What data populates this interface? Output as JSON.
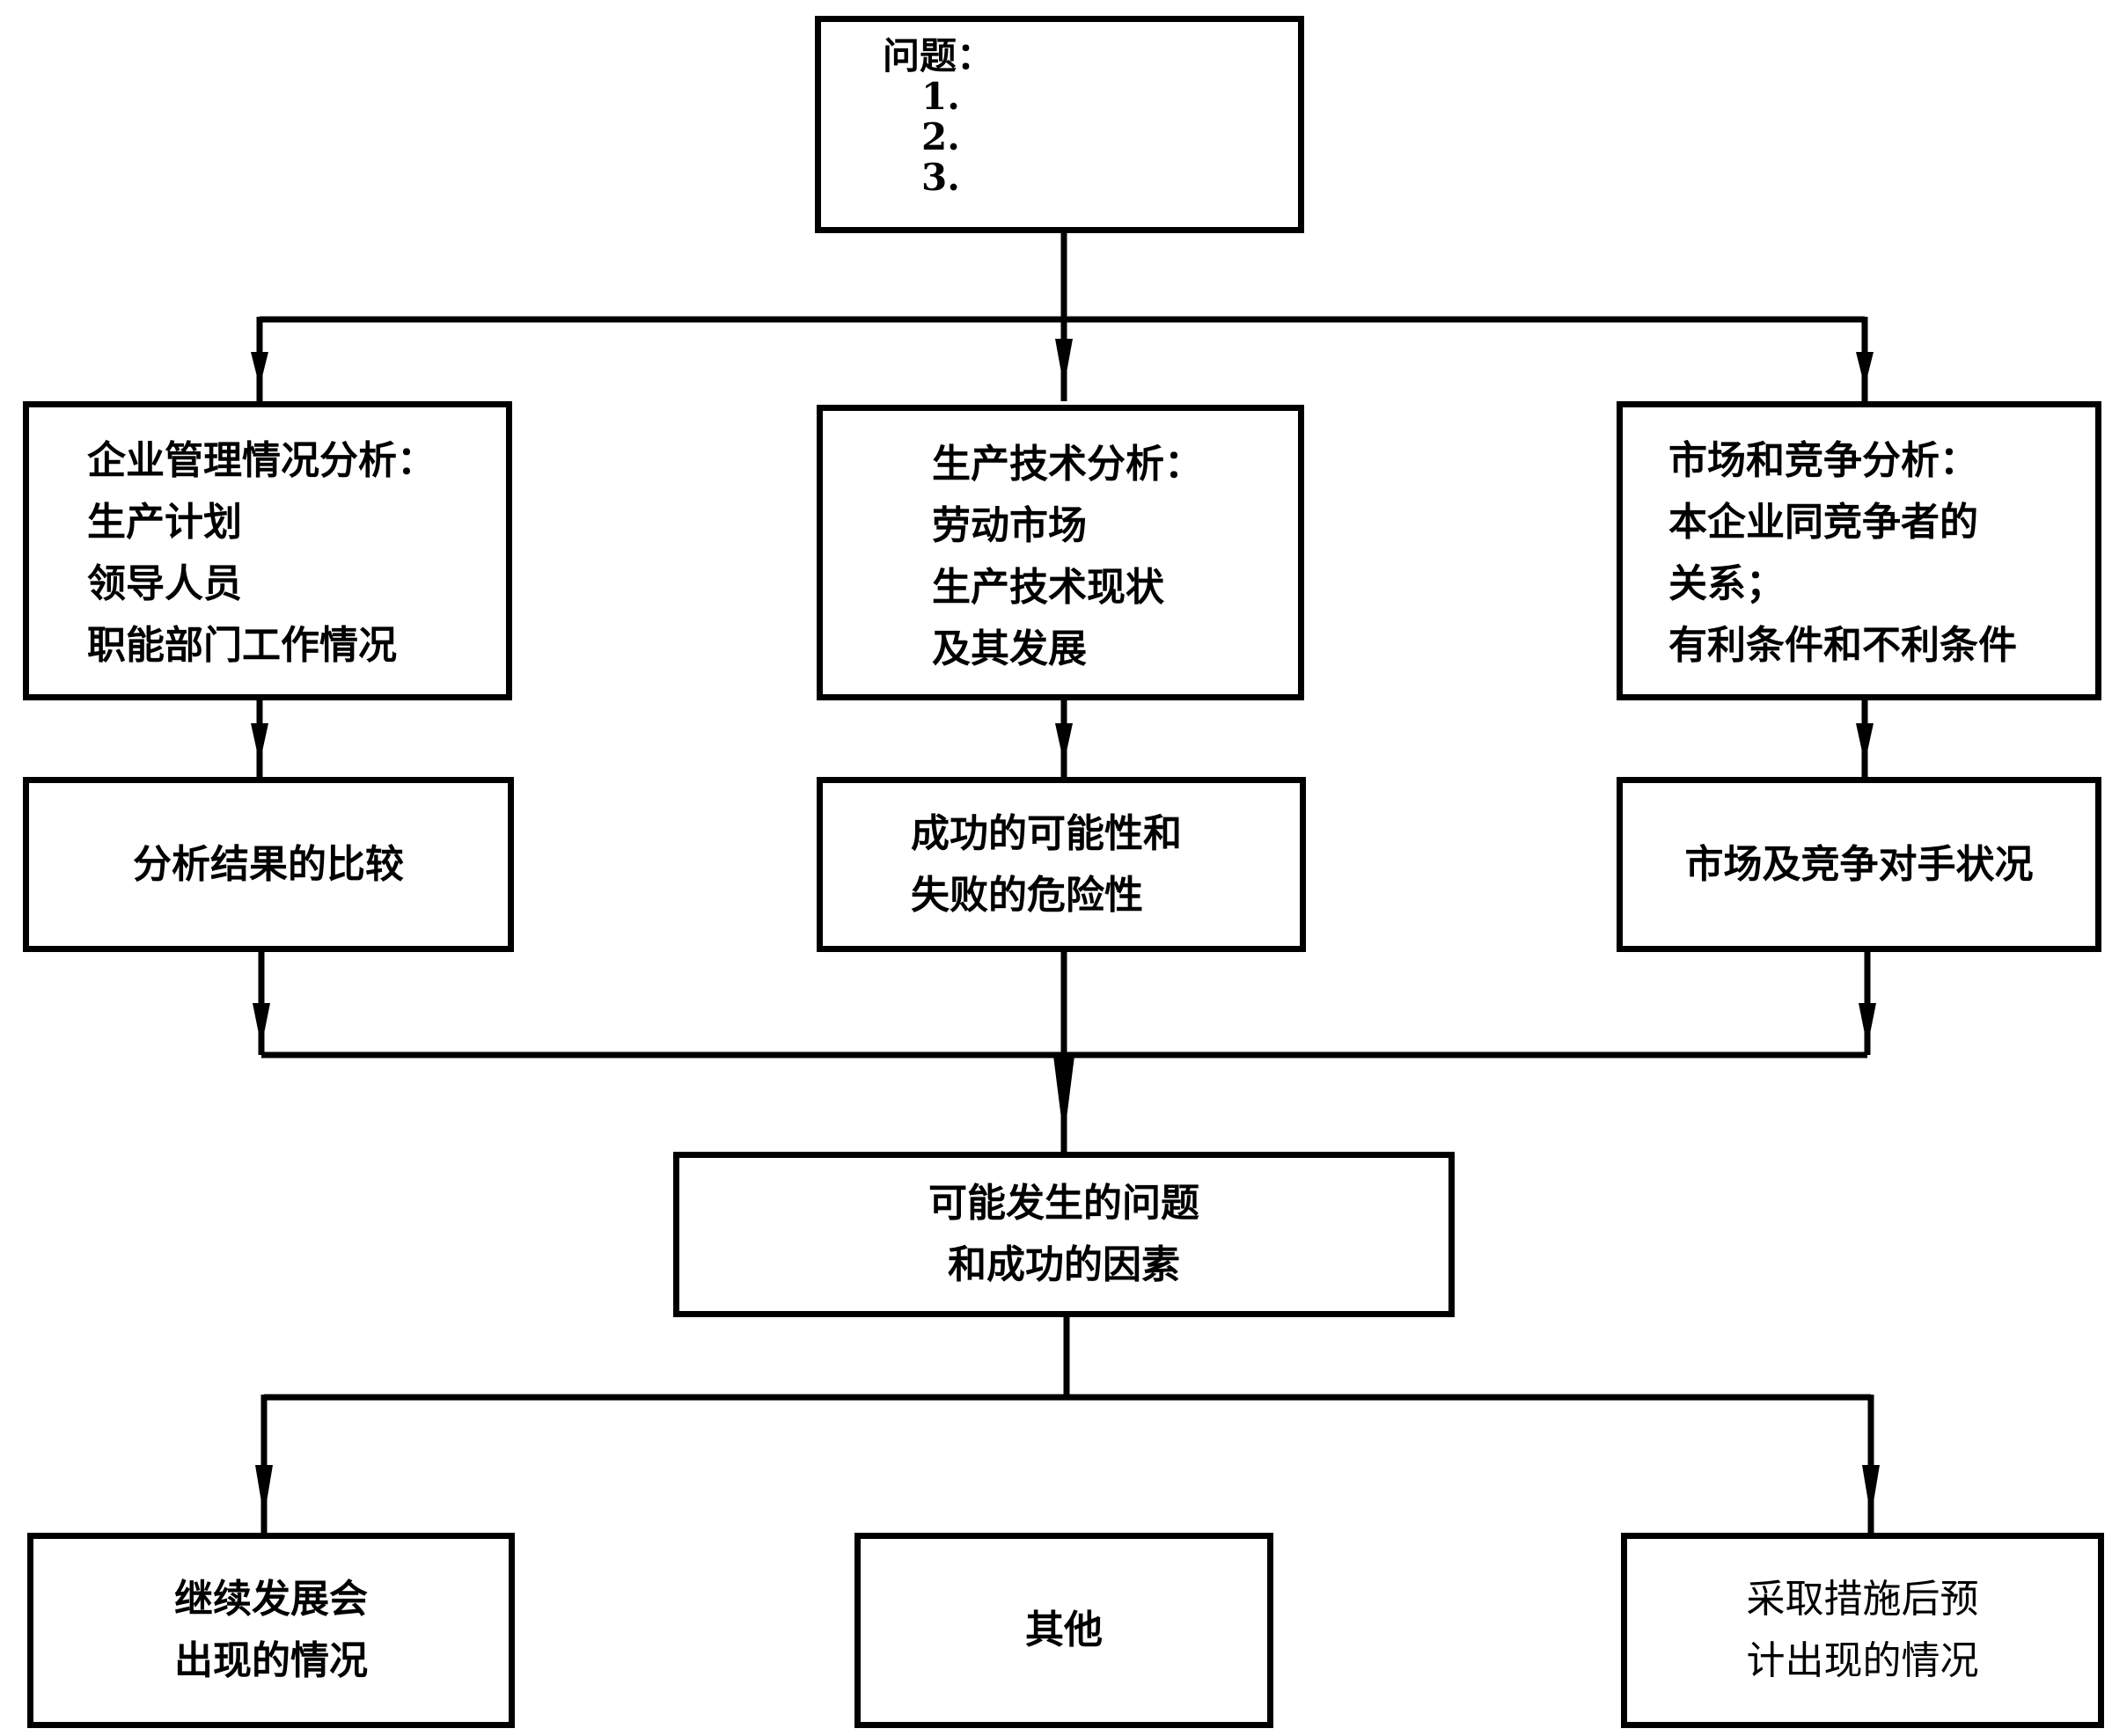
{
  "diagram": {
    "problem_box": {
      "title": "问题：",
      "items": [
        "1.",
        "2.",
        "3."
      ]
    },
    "analysis_boxes": [
      {
        "title": "企业管理情况分析：",
        "lines": [
          "生产计划",
          "领导人员",
          "职能部门工作情况"
        ]
      },
      {
        "title": "生产技术分析：",
        "lines": [
          "劳动市场",
          "生产技术现状",
          "及其发展"
        ]
      },
      {
        "title": "市场和竞争分析：",
        "lines": [
          "本企业同竞争者的",
          "关系；",
          "有利条件和不利条件"
        ]
      }
    ],
    "result_boxes": [
      {
        "lines": [
          "分析结果的比较"
        ]
      },
      {
        "lines": [
          "成功的可能性和",
          "失败的危险性"
        ]
      },
      {
        "lines": [
          "市场及竞争对手状况"
        ]
      }
    ],
    "synthesis_box": {
      "lines": [
        "可能发生的问题",
        "和成功的因素"
      ]
    },
    "outcome_boxes": [
      {
        "lines": [
          "继续发展会",
          "出现的情况"
        ]
      },
      {
        "lines": [
          "其他"
        ]
      },
      {
        "lines": [
          "采取措施后预",
          "计出现的情况"
        ]
      }
    ]
  }
}
